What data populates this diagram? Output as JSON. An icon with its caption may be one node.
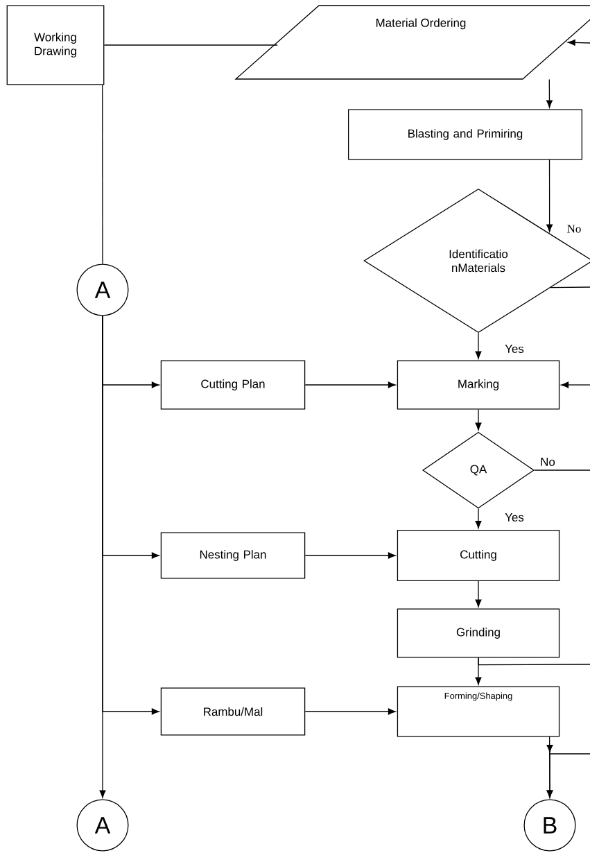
{
  "diagram": {
    "nodes": [
      {
        "text": [
          "Working Drawing"
        ]
      },
      {
        "text": [
          "Material Ordering"
        ]
      },
      {
        "text": [
          "Blasting and Primiring"
        ]
      },
      {
        "text": [
          "Identificatio nMaterials"
        ]
      },
      {
        "text": [
          "A"
        ]
      },
      {
        "text": [
          "Cutting Plan"
        ]
      },
      {
        "text": [
          "Marking"
        ]
      },
      {
        "text": [
          "QA"
        ]
      },
      {
        "text": [
          "Nesting Plan"
        ]
      },
      {
        "text": [
          "Cutting"
        ]
      },
      {
        "text": [
          "Grinding"
        ]
      },
      {
        "text": [
          "Rambu/Mal"
        ]
      },
      {
        "text": [
          "Forming/Shaping"
        ]
      },
      {
        "text": [
          "A"
        ]
      },
      {
        "text": [
          "B"
        ]
      }
    ],
    "edges": [
      {
        "from": 0,
        "to": 1,
        "arrow": "none"
      },
      {
        "from": null,
        "to": 1,
        "arrow": "to"
      },
      {
        "from": 1,
        "to": 2,
        "arrow": "to"
      },
      {
        "from": 2,
        "to": 3,
        "arrow": "to",
        "label": "No"
      },
      {
        "from": 3,
        "to": null,
        "arrow": "none"
      },
      {
        "from": 0,
        "to": 4,
        "arrow": "none"
      },
      {
        "from": 4,
        "to": 13,
        "arrow": "to"
      },
      {
        "from": 4,
        "to": 5,
        "arrow": "to"
      },
      {
        "from": 4,
        "to": 8,
        "arrow": "to"
      },
      {
        "from": 4,
        "to": 11,
        "arrow": "to"
      },
      {
        "from": 3,
        "to": 6,
        "arrow": "to",
        "label": "Yes"
      },
      {
        "from": 5,
        "to": 6,
        "arrow": "to"
      },
      {
        "from": null,
        "to": 6,
        "arrow": "to"
      },
      {
        "from": 6,
        "to": 7,
        "arrow": "to"
      },
      {
        "from": 7,
        "to": null,
        "arrow": "none",
        "label": "No"
      },
      {
        "from": 7,
        "to": 9,
        "arrow": "to",
        "label": "Yes"
      },
      {
        "from": 8,
        "to": 9,
        "arrow": "to"
      },
      {
        "from": 9,
        "to": 10,
        "arrow": "to"
      },
      {
        "from": 10,
        "to": 12,
        "arrow": "to"
      },
      {
        "from": 10,
        "to": null,
        "arrow": "none"
      },
      {
        "from": 11,
        "to": 12,
        "arrow": "to"
      },
      {
        "from": 12,
        "to": 14,
        "arrow": "to"
      },
      {
        "from": null,
        "to": 14,
        "arrow": "to"
      }
    ]
  }
}
